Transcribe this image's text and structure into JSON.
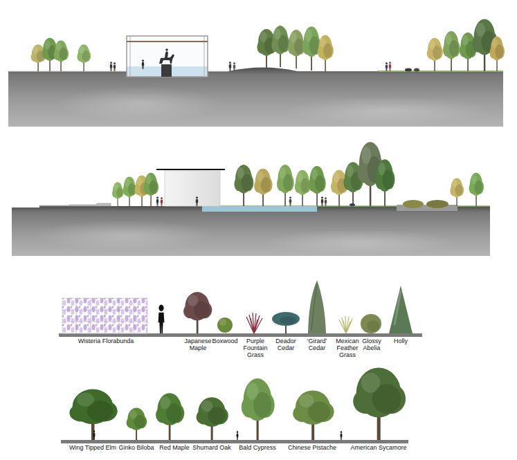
{
  "diagram": {
    "labels": [
      "Wisteria Florabunda",
      "Japanese Maple",
      "Boxwood",
      "Purple Fountain Grass",
      "Deador Cedar",
      "‘Girard’ Cedar",
      "Mexican Feather Grass",
      "Glossy Abelia",
      "Holly",
      "Wing Tipped Elm",
      "Ginko Biloba",
      "Red Maple",
      "Shumard Oak",
      "Bald Cypress",
      "Chinese Pistache",
      "American Sycamore"
    ]
  }
}
